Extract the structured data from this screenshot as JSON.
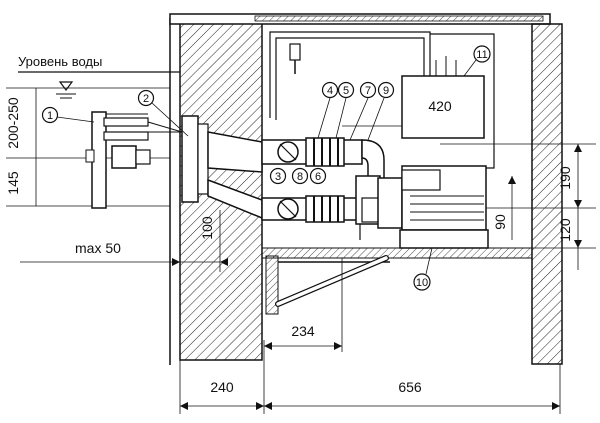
{
  "labels": {
    "water_level": "Уровень воды",
    "depth_range": "200-250",
    "dim_145": "145",
    "max_50": "max 50",
    "dim_100": "100",
    "dim_234": "234",
    "dim_240": "240",
    "dim_656": "656",
    "dim_420": "420",
    "dim_190": "190",
    "dim_120": "120",
    "dim_90": "90"
  },
  "callouts": [
    "1",
    "2",
    "3",
    "4",
    "5",
    "6",
    "7",
    "8",
    "9",
    "10",
    "11"
  ],
  "colors": {
    "ink": "#111111",
    "paper": "#ffffff"
  }
}
